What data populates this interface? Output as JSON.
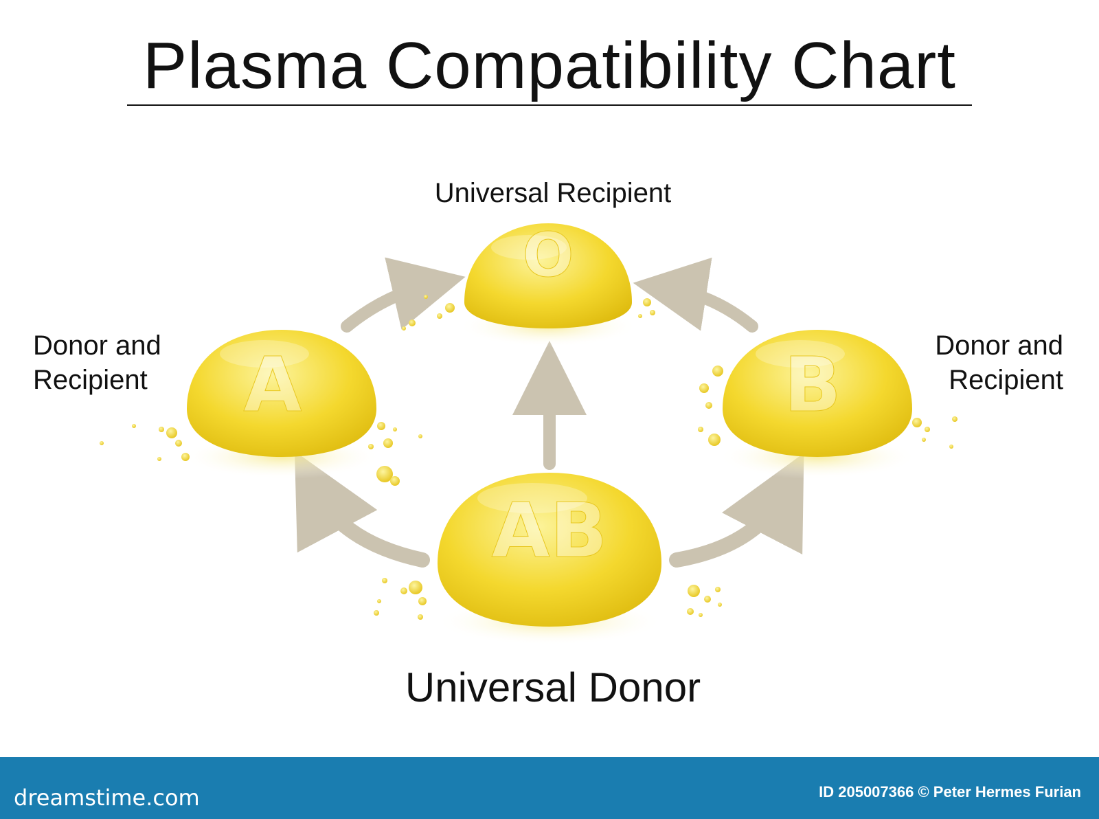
{
  "title": "Plasma Compatibility Chart",
  "labels": {
    "top": "Universal Recipient",
    "left_line1": "Donor and",
    "left_line2": "Recipient",
    "right_line1": "Donor and",
    "right_line2": "Recipient",
    "bottom": "Universal Donor"
  },
  "nodes": {
    "o": "O",
    "a": "A",
    "b": "B",
    "ab": "AB"
  },
  "footer": {
    "logo": "dreamstime.com",
    "credit": "ID 205007366 © Peter Hermes Furian"
  },
  "colors": {
    "drop_light": "#fbf08a",
    "drop_mid": "#f2d226",
    "drop_dark": "#d9b40a",
    "arrow": "#cbc3b0",
    "footer": "#1a7db0"
  }
}
